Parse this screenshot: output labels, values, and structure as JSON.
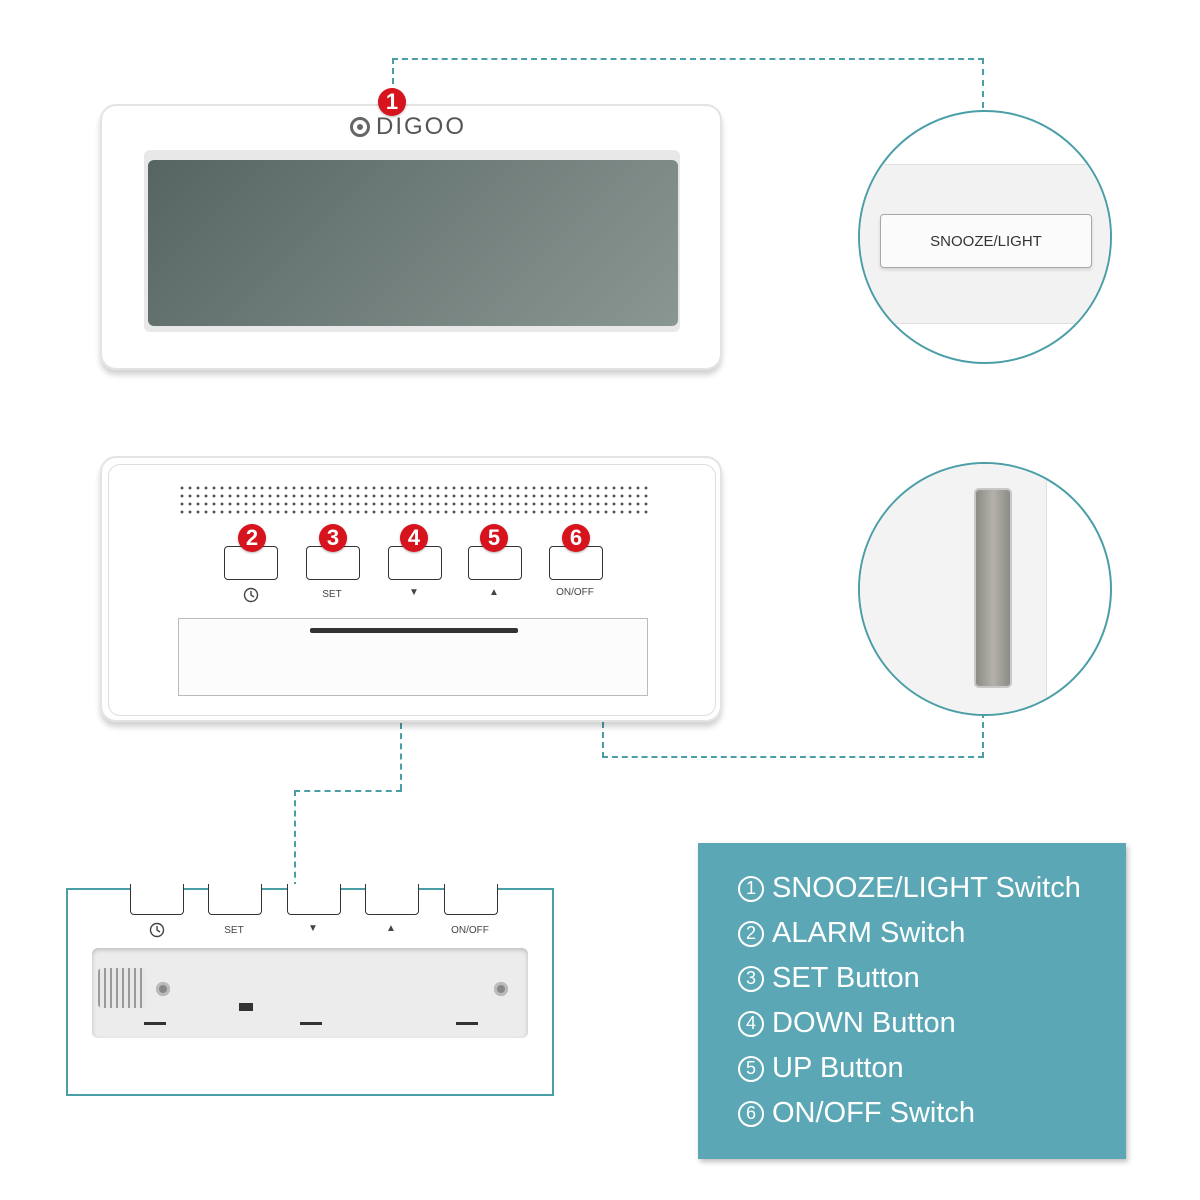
{
  "brand": {
    "name": "DIGOO"
  },
  "badges": [
    "1",
    "2",
    "3",
    "4",
    "5",
    "6"
  ],
  "zoom": {
    "snooze_label": "SNOOZE/LIGHT"
  },
  "back_buttons": [
    {
      "label": "",
      "icon": "clock-icon"
    },
    {
      "label": "SET"
    },
    {
      "label": "▼"
    },
    {
      "label": "▲"
    },
    {
      "label": "ON/OFF"
    }
  ],
  "legend": {
    "items": [
      {
        "num": "1",
        "text": "SNOOZE/LIGHT Switch"
      },
      {
        "num": "2",
        "text": "ALARM Switch"
      },
      {
        "num": "3",
        "text": "SET Button"
      },
      {
        "num": "4",
        "text": "DOWN Button"
      },
      {
        "num": "5",
        "text": "UP Button"
      },
      {
        "num": "6",
        "text": "ON/OFF Switch"
      }
    ]
  },
  "colors": {
    "accent": "#4a9ea6",
    "legend_bg": "#5ba7b5",
    "badge": "#d7131e"
  }
}
